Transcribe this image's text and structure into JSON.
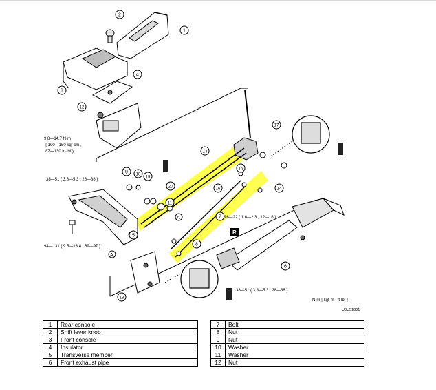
{
  "diagram": {
    "callouts": [
      "1",
      "2",
      "3",
      "4",
      "5",
      "6",
      "7",
      "8",
      "9",
      "10",
      "11",
      "12",
      "13",
      "14",
      "15",
      "16",
      "17",
      "18",
      "19",
      "20"
    ],
    "torque_12": [
      "9.8—14.7 N·m",
      "{ 100—150 kgf·cm ,",
      "87—130 in·lbf }"
    ],
    "torque_9": "38—51 { 3.8—5.3 , 28—38 }",
    "torque_7": "16—22 { 1.6—2.3 , 12—16 }",
    "torque_5": "94—131 { 9.5—13.4 , 69—97 }",
    "torque_18": "38—51 { 3.8—5.3 , 28—38 }",
    "view_marker": "R",
    "view_label": "A",
    "unit_note": "N·m { kgf·m , ft·lbf }",
    "figure_code": "U3U51801",
    "highlight_color": "#ffff33"
  },
  "parts": {
    "left": [
      {
        "num": "1",
        "name": "Rear console"
      },
      {
        "num": "2",
        "name": "Shift lever knob"
      },
      {
        "num": "3",
        "name": "Front console"
      },
      {
        "num": "4",
        "name": "Insulator"
      },
      {
        "num": "5",
        "name": "Transverse member"
      },
      {
        "num": "6",
        "name": "Front exhaust pipe"
      }
    ],
    "right": [
      {
        "num": "7",
        "name": "Bolt"
      },
      {
        "num": "8",
        "name": "Nut"
      },
      {
        "num": "9",
        "name": "Nut"
      },
      {
        "num": "10",
        "name": "Washer"
      },
      {
        "num": "11",
        "name": "Washer"
      },
      {
        "num": "12",
        "name": "Nut"
      }
    ]
  }
}
